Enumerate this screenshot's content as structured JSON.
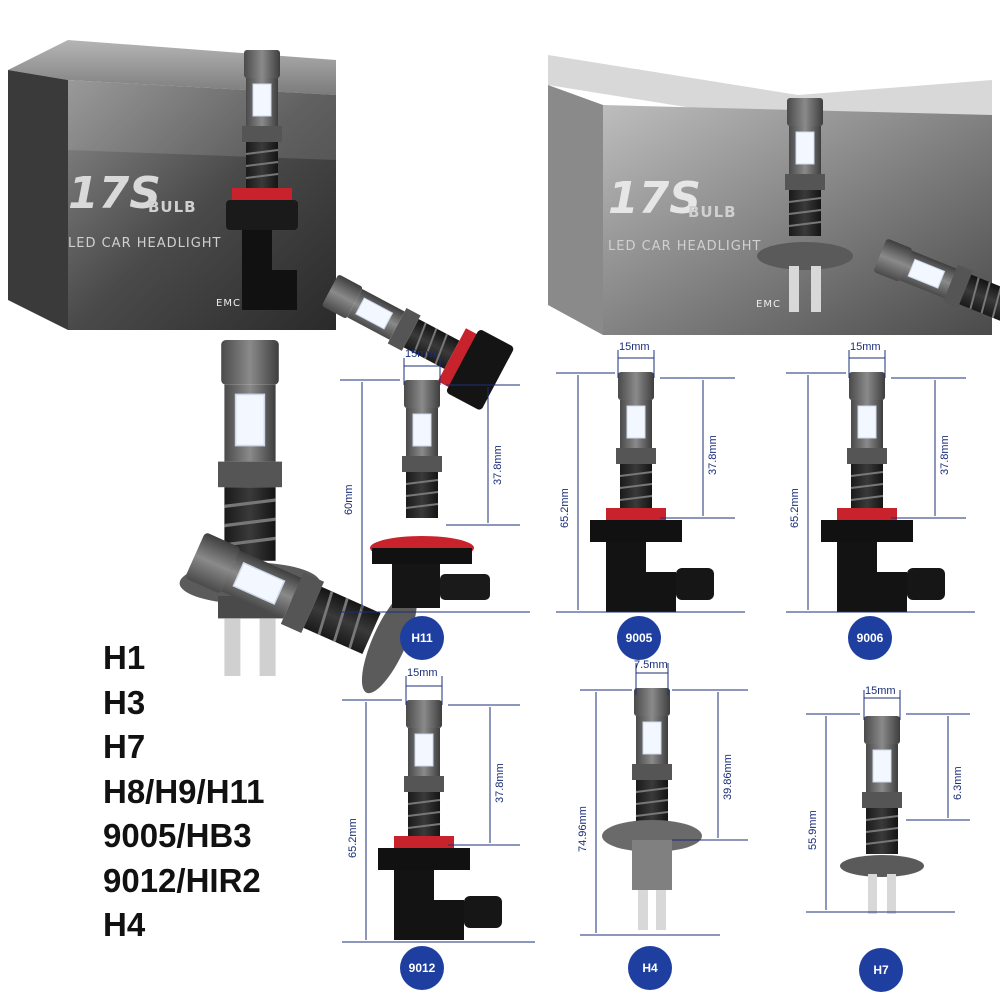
{
  "boxes": [
    {
      "brand": "17S",
      "brand_suffix": "BULB",
      "subtitle": "LED CAR HEADLIGHT",
      "cert": "EMC"
    },
    {
      "brand": "17S",
      "brand_suffix": "BULB",
      "subtitle": "LED CAR HEADLIGHT",
      "cert": "EMC"
    }
  ],
  "diagrams": [
    {
      "id": "h11",
      "badge": "H11",
      "width": "15mm",
      "height": "60mm",
      "led": "37.8mm"
    },
    {
      "id": "9005",
      "badge": "9005",
      "width": "15mm",
      "height": "65.2mm",
      "led": "37.8mm"
    },
    {
      "id": "9006",
      "badge": "9006",
      "width": "15mm",
      "height": "65.2mm",
      "led": "37.8mm"
    },
    {
      "id": "9012",
      "badge": "9012",
      "width": "15mm",
      "height": "65.2mm",
      "led": "37.8mm"
    },
    {
      "id": "h4",
      "badge": "H4",
      "width": "7.5mm",
      "height": "74.96mm",
      "led": "39.86mm"
    },
    {
      "id": "h7",
      "badge": "H7",
      "width": "15mm",
      "height": "55.9mm",
      "led": "6.3mm"
    }
  ],
  "models": [
    "H1",
    "H3",
    "H7",
    "H8/H9/H11",
    "9005/HB3",
    "9012/HIR2",
    "H4"
  ],
  "colors": {
    "badge": "#1e3fa0",
    "dimension": "#1b2f7a",
    "bulb_body": "#6a6a6a",
    "led": "#f4f8ff",
    "seal": "#c8232c"
  }
}
